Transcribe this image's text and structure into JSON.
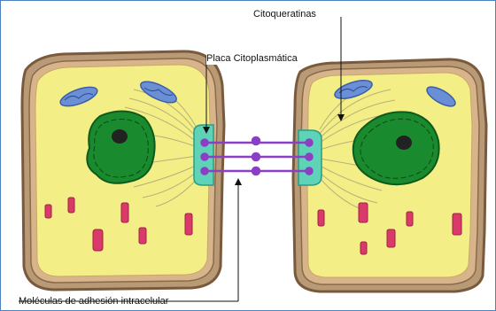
{
  "labels": {
    "citoqueratinas": "Citoqueratinas",
    "placa": "Placa Citoplasmática",
    "moleculas": "Moléculas de adhesión intracelular"
  },
  "colors": {
    "cytoplasm": "#f3ee86",
    "membrane_outer": "#8a6a4a",
    "membrane_inner": "#d8b48a",
    "nucleus": "#1a8a2e",
    "nucleolus": "#222222",
    "plaque": "#5fd3b7",
    "adhesion": "#8a3fc4",
    "mitochondria": "#6a8fd6",
    "vesicles": "#d93a6a",
    "frame": "#4f81bd"
  },
  "icons": [
    "left-cell",
    "right-cell",
    "nucleus",
    "desmosome-plaque",
    "adhesion-molecules",
    "keratin-filaments"
  ]
}
